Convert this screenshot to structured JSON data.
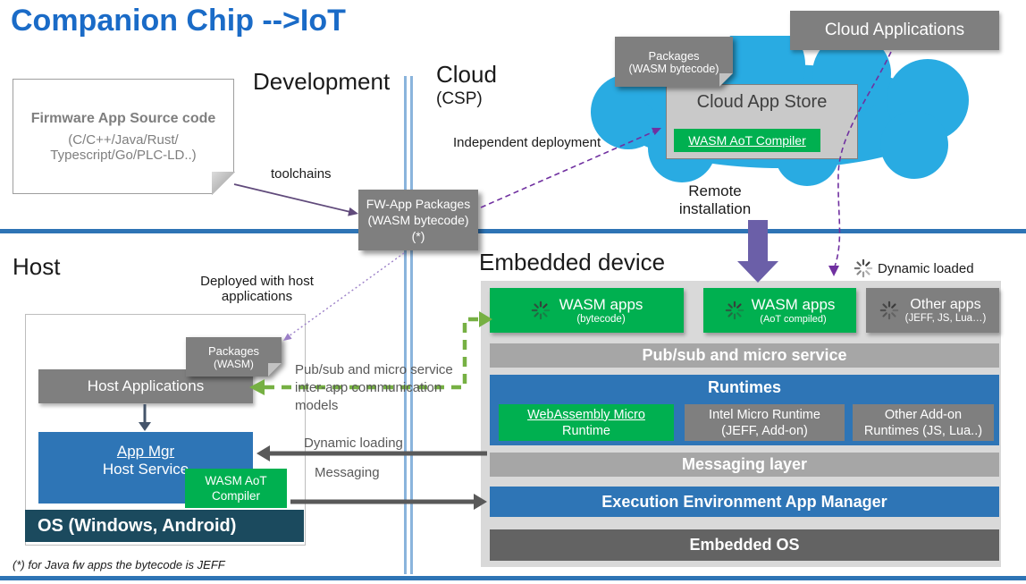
{
  "title": "Companion Chip -->IoT",
  "sections": {
    "development": "Development",
    "cloud": "Cloud",
    "cloud_sub": "(CSP)",
    "host": "Host",
    "embedded": "Embedded device"
  },
  "labels": {
    "toolchains": "toolchains",
    "independent_deployment": "Independent deployment",
    "remote_line1": "Remote",
    "remote_line2": "installation",
    "dynamic_loaded": "Dynamic loaded",
    "deployed_line1": "Deployed with host",
    "deployed_line2": "applications",
    "pubsub_line1": "Pub/sub and micro service",
    "pubsub_line2": "inter-app communication models",
    "dynamic_loading": "Dynamic loading",
    "messaging": "Messaging"
  },
  "firmware_box": {
    "title": "Firmware App Source code",
    "line2": "(C/C++/Java/Rust/",
    "line3": "Typescript/Go/PLC-LD..)"
  },
  "fw_packages": {
    "line1": "FW-App Packages",
    "line2": "(WASM bytecode)",
    "line3": "(*)"
  },
  "notes": {
    "cloud": {
      "line1": "Packages",
      "line2": "(WASM bytecode)"
    },
    "host": {
      "line1": "Packages",
      "line2": "(WASM)"
    }
  },
  "cloud_area": {
    "applications": "Cloud Applications",
    "store_title": "Cloud App Store",
    "store_compiler": "WASM AoT Compiler"
  },
  "host_stack": {
    "host_apps": "Host Applications",
    "app_mgr_line1": "App Mgr",
    "app_mgr_line2": "Host Service",
    "compiler_line1": "WASM AoT",
    "compiler_line2": "Compiler",
    "os": "OS (Windows, Android)"
  },
  "embedded": {
    "apps": [
      {
        "title": "WASM apps",
        "sub": "(bytecode)",
        "type": "green"
      },
      {
        "title": "WASM apps",
        "sub": "(AoT compiled)",
        "type": "green"
      },
      {
        "title": "Other apps",
        "sub": "(JEFF, JS, Lua…)",
        "type": "gray"
      }
    ],
    "pubsub_bar": "Pub/sub and micro service",
    "runtimes_title": "Runtimes",
    "runtimes": [
      {
        "line1": "WebAssembly Micro",
        "line2": "Runtime",
        "type": "green"
      },
      {
        "line1": "Intel Micro Runtime",
        "line2": "(JEFF, Add-on)",
        "type": "gray"
      },
      {
        "line1": "Other Add-on",
        "line2": "Runtimes (JS, Lua..)",
        "type": "gray"
      }
    ],
    "messaging_bar": "Messaging layer",
    "exec_env": "Execution Environment App Manager",
    "embedded_os": "Embedded OS"
  },
  "footnote": "(*) for Java fw apps the bytecode is JEFF",
  "colors": {
    "title_blue": "#1A6BC7",
    "accent_blue": "#2E75B6",
    "green": "#00B050",
    "gray_box": "#7F7F7F",
    "light_gray_panel": "#D9D9D9",
    "bar_gray": "#A6A6A6",
    "dark_bar_gray": "#636363",
    "os_teal": "#1B4A5E",
    "cloud_cyan": "#29ABE2",
    "purple": "#7030A0",
    "block_arrow_purple": "#6B5FA8",
    "green_dash": "#76B043",
    "frame_line_blue": "#2E74B5"
  }
}
